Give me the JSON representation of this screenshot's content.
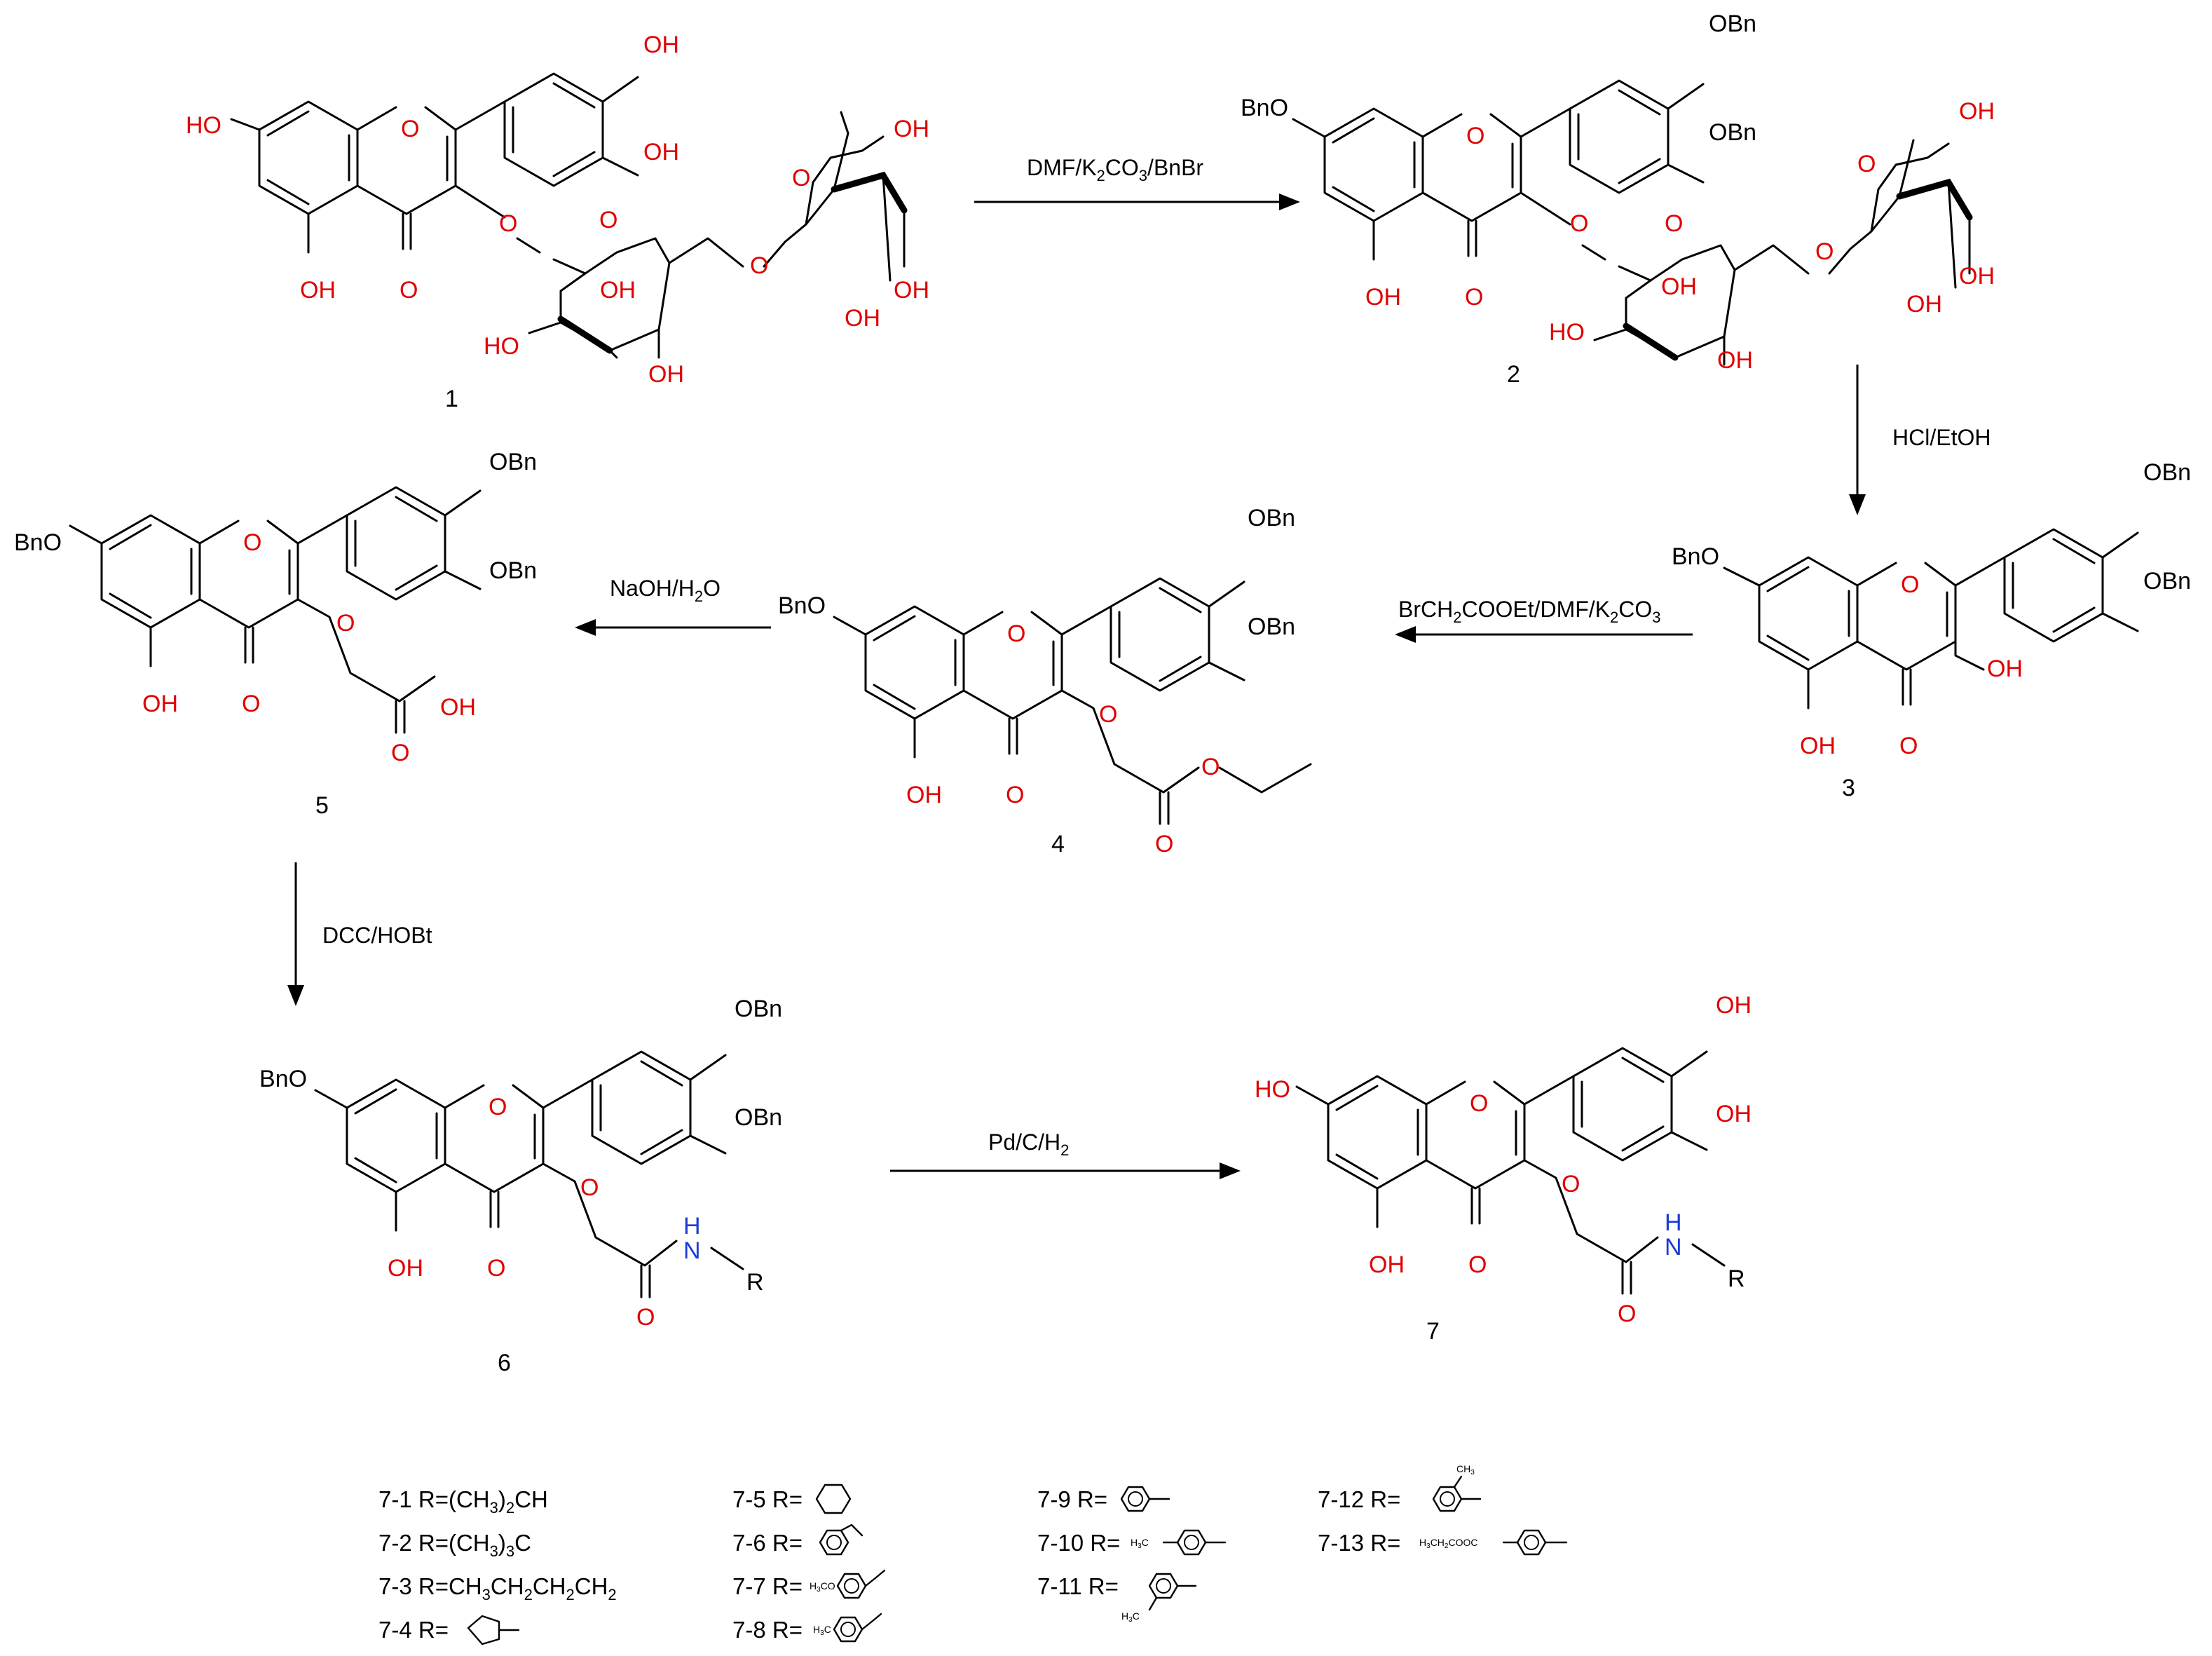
{
  "compounds": {
    "c1": "1",
    "c2": "2",
    "c3": "3",
    "c4": "4",
    "c5": "5",
    "c6": "6",
    "c7": "7"
  },
  "atoms": {
    "O": "O",
    "OH": "OH",
    "HO": "HO",
    "OBn": "OBn",
    "BnO": "BnO",
    "H": "H",
    "N": "N",
    "R": "R"
  },
  "reagents": {
    "r1": {
      "a": "DMF/K",
      "s1": "2",
      "b": "CO",
      "s2": "3",
      "c": "/BnBr"
    },
    "r2": "HCl/EtOH",
    "r3": {
      "a": "BrCH",
      "s1": "2",
      "b": "COOEt/DMF/K",
      "s2": "2",
      "c": "CO",
      "s3": "3"
    },
    "r4": {
      "a": "NaOH/H",
      "s1": "2",
      "b": "O"
    },
    "r5": "DCC/HOBt",
    "r6": {
      "a": "Pd/C/H",
      "s1": "2"
    }
  },
  "legend": [
    {
      "id": "7-1",
      "text": "7-1 R=(CH",
      "s1": "3",
      "t2": ")",
      "s2": "2",
      "t3": "CH"
    },
    {
      "id": "7-2",
      "text": "7-2 R=(CH",
      "s1": "3",
      "t2": ")",
      "s2": "3",
      "t3": "C"
    },
    {
      "id": "7-3",
      "text": "7-3 R=CH",
      "s1": "3",
      "t2": "CH",
      "s2": "2",
      "t3": "CH",
      "s3": "2",
      "t4": "CH",
      "s4": "2"
    },
    {
      "id": "7-4",
      "text": "7-4 R="
    },
    {
      "id": "7-5",
      "text": "7-5 R="
    },
    {
      "id": "7-6",
      "text": "7-6 R="
    },
    {
      "id": "7-7",
      "text": "7-7 R=",
      "tag": "H3CO"
    },
    {
      "id": "7-8",
      "text": "7-8 R=",
      "tag": "H3C"
    },
    {
      "id": "7-9",
      "text": "7-9 R="
    },
    {
      "id": "7-10",
      "text": "7-10 R=",
      "tag": "H3C"
    },
    {
      "id": "7-11",
      "text": "7-11 R=",
      "tag": "H3C"
    },
    {
      "id": "7-12",
      "text": "7-12 R=",
      "tag": "CH3"
    },
    {
      "id": "7-13",
      "text": "7-13 R=",
      "tag": "H3CH2COOC"
    }
  ],
  "colors": {
    "oxygen": "#e00000",
    "nitrogen": "#1a3cd6",
    "bond": "#000000"
  }
}
